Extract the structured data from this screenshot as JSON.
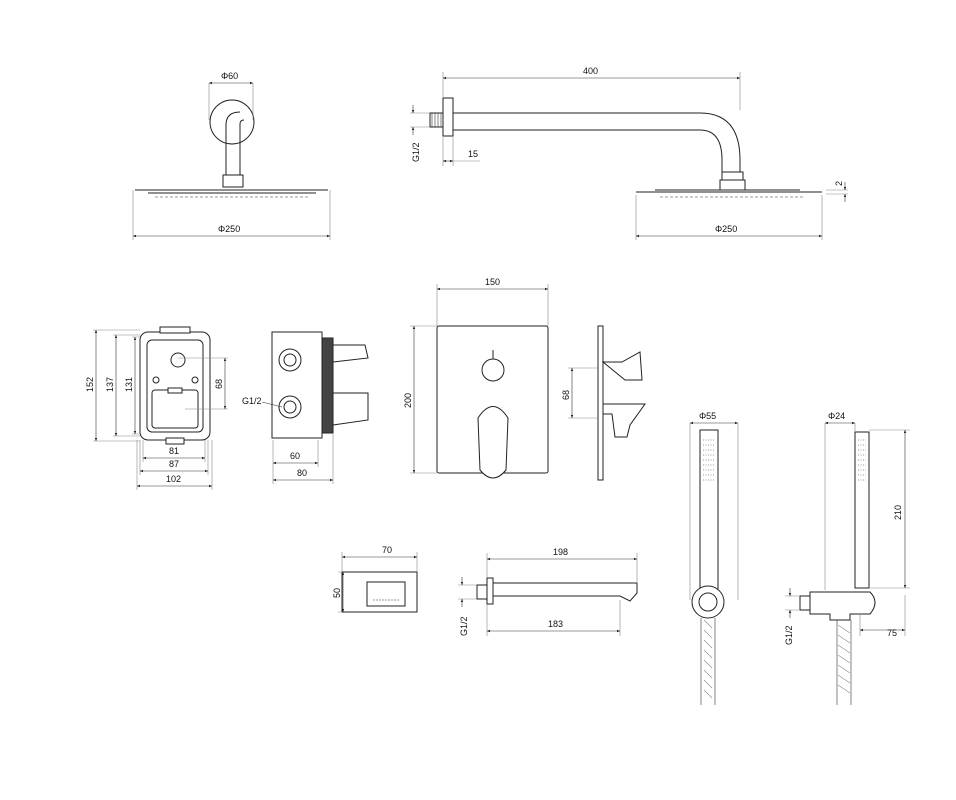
{
  "title": "Shower set technical drawing",
  "labels": {
    "head_front": {
      "flange_dia": "Φ60",
      "head_dia": "Φ250"
    },
    "head_side": {
      "arm_length": "400",
      "thread": "G1/2",
      "flange_depth": "15",
      "head_thickness": "2",
      "head_dia": "Φ250"
    },
    "box_front": {
      "height_outer": "152",
      "height_mid": "137",
      "height_inner": "131",
      "port_spacing": "68",
      "width_inner": "81",
      "width_mid": "87",
      "width_outer": "102"
    },
    "box_side": {
      "thread": "G1/2",
      "depth_inner": "60",
      "depth_outer": "80"
    },
    "cover_plate": {
      "width": "150",
      "height": "200"
    },
    "cover_side": {
      "handle_spacing": "68"
    },
    "hand_shower_a": {
      "diameter": "Φ55"
    },
    "hand_shower_b": {
      "diameter": "Φ24",
      "length": "210",
      "thread": "G1/2",
      "outlet_projection": "75"
    },
    "square_spout": {
      "width": "70",
      "height": "50"
    },
    "bath_spout": {
      "length_total": "198",
      "thread": "G1/2",
      "length_body": "183"
    }
  }
}
